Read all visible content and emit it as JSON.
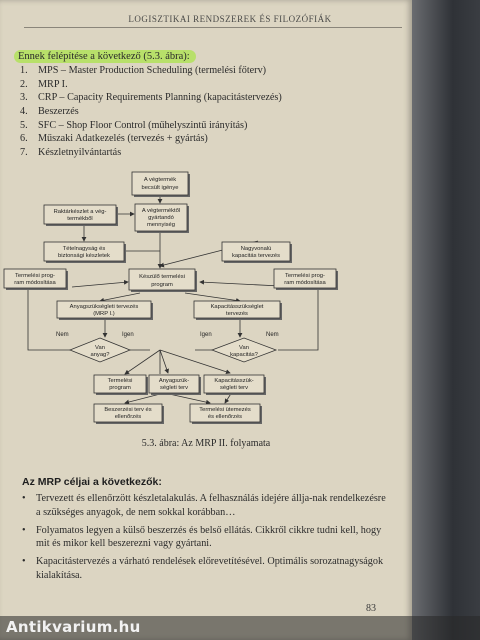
{
  "header": {
    "title": "Logisztikai rendszerek és filozófiák"
  },
  "intro": "Ennek felépítése a következő (5.3. ábra):",
  "modules": [
    {
      "num": "1.",
      "text": "MPS – Master Production Scheduling (termelési főterv)"
    },
    {
      "num": "2.",
      "text": "MRP I."
    },
    {
      "num": "3.",
      "text": "CRP – Capacity Requirements Planning (kapacitástervezés)"
    },
    {
      "num": "4.",
      "text": "Beszerzés"
    },
    {
      "num": "5.",
      "text": "SFC – Shop Floor Control (műhelyszintű irányítás)"
    },
    {
      "num": "6.",
      "text": "Műszaki Adatkezelés (tervezés + gyártás)"
    },
    {
      "num": "7.",
      "text": "Készletnyilvántartás"
    }
  ],
  "diagram": {
    "boxes": {
      "demand": [
        "A végtermék",
        "becsült igénye"
      ],
      "stock": [
        "Raktárkészlet a vég-",
        "termékből"
      ],
      "quantity": [
        "A végterméktől",
        "gyártandó",
        "mennyiség"
      ],
      "checks": [
        "Tételnagyság és",
        "biztonsági készletek"
      ],
      "rough_cap": [
        "Nagyvonalú",
        "kapacitás tervezés"
      ],
      "mod_left": [
        "Termelési prog-",
        "ram módosítása"
      ],
      "mod_right": [
        "Termelési prog-",
        "ram módosítása"
      ],
      "program": [
        "Készülő termelési",
        "program"
      ],
      "mrp": [
        "Anyagszükségleti tervezés",
        "(MRP I.)"
      ],
      "cap_plan": [
        "Kapacitásszükséglet",
        "tervezés"
      ],
      "prod_prog": [
        "Termelési",
        "program"
      ],
      "mat_plan": [
        "Anyagszük-",
        "ségleti terv"
      ],
      "cap_need": [
        "Kapacitásszük-",
        "ségleti terv"
      ],
      "purchase": [
        "Beszerzési terv és",
        "ellenőrzés"
      ],
      "schedule": [
        "Termelési ütemezés",
        "és ellenőrzés"
      ]
    },
    "decisions": {
      "left": [
        "Van",
        "anyag?"
      ],
      "right": [
        "Van",
        "kapacitás?"
      ]
    },
    "labels": {
      "no": "Nem",
      "yes": "Igen"
    }
  },
  "caption": "5.3. ábra: Az MRP II. folyamata",
  "goals_title": "Az MRP céljai a következők:",
  "goals": [
    "Tervezett és ellenőrzött készletalakulás. A felhasználás idejére állja-nak rendelkezésre a szükséges anyagok, de nem sokkal korábban…",
    "Folyamatos legyen a külső beszerzés és belső ellátás. Cikkről cikkre tudni kell, hogy mit és mikor kell beszerezni vagy gyártani.",
    "Kapacitástervezés a várható rendelések előrevetítésével. Optimális sorozatnagyságok kialakítása."
  ],
  "page_number": "83",
  "watermark": "Antikvarium.hu"
}
